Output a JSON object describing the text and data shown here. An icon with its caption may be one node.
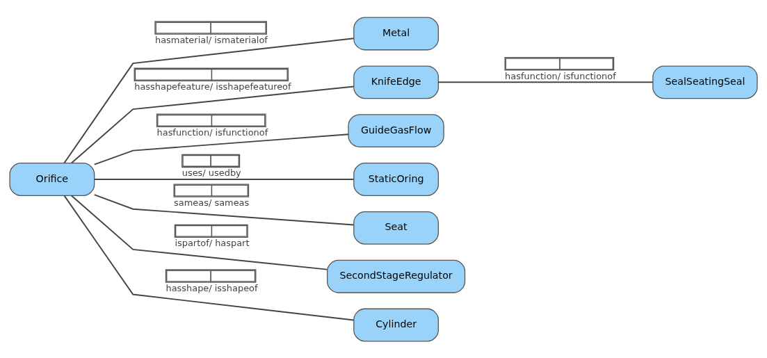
{
  "diagram": {
    "nodes": [
      {
        "text": [
          "Orifice"
        ]
      },
      {
        "text": [
          "Metal"
        ]
      },
      {
        "text": [
          "KnifeEdge"
        ]
      },
      {
        "text": [
          "SealSeatingSeal"
        ]
      },
      {
        "text": [
          "GuideGasFlow"
        ]
      },
      {
        "text": [
          "StaticOring"
        ]
      },
      {
        "text": [
          "Seat"
        ]
      },
      {
        "text": [
          "SecondStageRegulator"
        ]
      },
      {
        "text": [
          "Cylinder"
        ]
      }
    ],
    "edges": [
      {
        "from": 0,
        "to": 1,
        "arrow": "none",
        "label": "hasmaterial/ ismaterialof"
      },
      {
        "from": 0,
        "to": 2,
        "arrow": "none",
        "label": "hasshapefeature/ isshapefeatureof"
      },
      {
        "from": 2,
        "to": 3,
        "arrow": "none",
        "label": "hasfunction/ isfunctionof"
      },
      {
        "from": 0,
        "to": 4,
        "arrow": "none",
        "label": "hasfunction/ isfunctionof"
      },
      {
        "from": 0,
        "to": 5,
        "arrow": "none",
        "label": "uses/ usedby"
      },
      {
        "from": 0,
        "to": 6,
        "arrow": "none",
        "label": "sameas/ sameas"
      },
      {
        "from": 0,
        "to": 7,
        "arrow": "none",
        "label": "ispartof/ haspart"
      },
      {
        "from": 0,
        "to": 8,
        "arrow": "none",
        "label": "hasshape/ isshapeof"
      }
    ]
  }
}
